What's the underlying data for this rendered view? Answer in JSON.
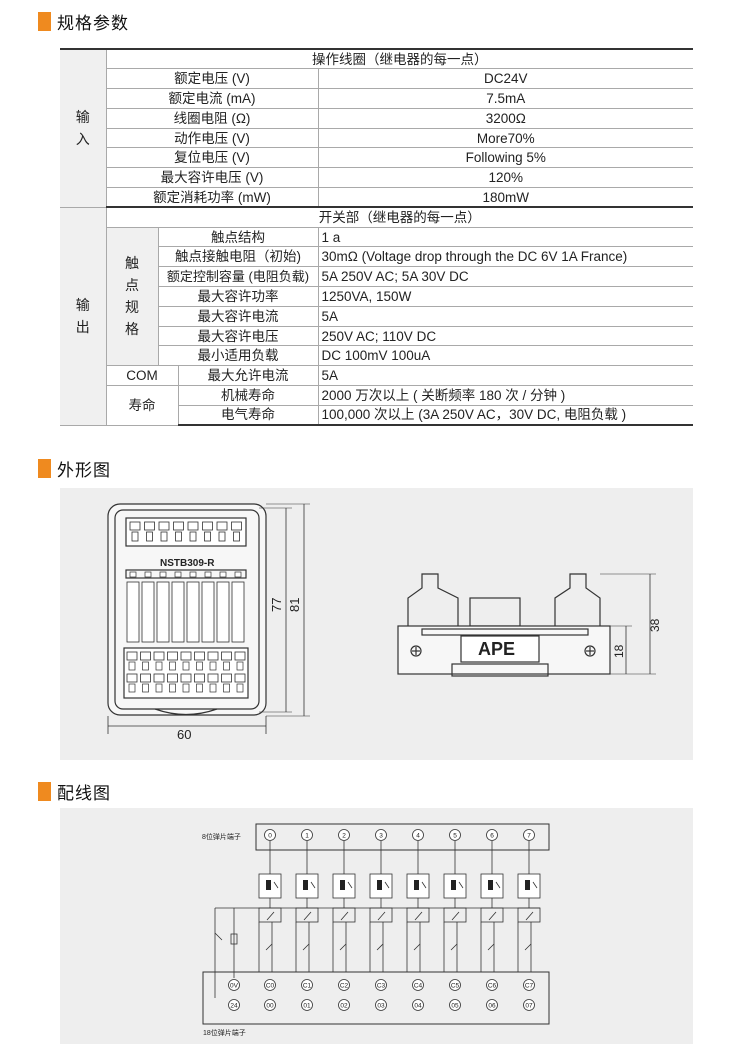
{
  "sections": {
    "spec": "规格参数",
    "dimension": "外形图",
    "wiring": "配线图"
  },
  "input": {
    "group_label_1": "输",
    "group_label_2": "入",
    "header": "操作线圈（继电器的每一点）",
    "rows": [
      {
        "label": "额定电压 (V)",
        "value": "DC24V"
      },
      {
        "label": "额定电流 (mA)",
        "value": "7.5mA"
      },
      {
        "label": "线圈电阻 (Ω)",
        "value": "3200Ω"
      },
      {
        "label": "动作电压 (V)",
        "value": "More70%"
      },
      {
        "label": "复位电压 (V)",
        "value": "Following 5%"
      },
      {
        "label": "最大容许电压 (V)",
        "value": "120%"
      },
      {
        "label": "额定消耗功率 (mW)",
        "value": "180mW"
      }
    ]
  },
  "output": {
    "group_label_1": "输",
    "group_label_2": "出",
    "header": "开关部（继电器的每一点）",
    "contact_group": [
      "触",
      "点",
      "规",
      "格"
    ],
    "contact_rows": [
      {
        "label": "触点结构",
        "value": "1 a"
      },
      {
        "label": "触点接触电阻（初始)",
        "value": "30mΩ (Voltage drop through the DC 6V 1A France)"
      },
      {
        "label": "额定控制容量 (电阻负载)",
        "value": "5A 250V AC; 5A 30V DC"
      },
      {
        "label": "最大容许功率",
        "value": "1250VA, 150W"
      },
      {
        "label": "最大容许电流",
        "value": "5A"
      },
      {
        "label": "最大容许电压",
        "value": "250V AC; 110V DC"
      },
      {
        "label": "最小适用负载",
        "value": "DC 100mV 100uA"
      }
    ],
    "com": {
      "group": "COM",
      "label": "最大允许电流",
      "value": "5A"
    },
    "life": {
      "group": "寿命",
      "rows": [
        {
          "label": "机械寿命",
          "value": "2000 万次以上 ( 关断频率 180 次 / 分钟 )"
        },
        {
          "label": "电气寿命",
          "value": "100,000 次以上 (3A 250V AC，30V DC, 电阻负载 )"
        }
      ]
    }
  },
  "dimension_drawing": {
    "model": "NSTB309-R",
    "brand": "APE",
    "dims": {
      "width": "60",
      "height_inner": "77",
      "height_outer": "81",
      "side_height": "38",
      "rail_height": "18"
    }
  },
  "wiring_diagram": {
    "top_terminal_label": "8位弹片端子",
    "bottom_terminal_label": "18位弹片端子",
    "top_terminals": [
      "0",
      "1",
      "2",
      "3",
      "4",
      "5",
      "6",
      "7"
    ],
    "bottom_row1": [
      "0V",
      "C0",
      "C1",
      "C2",
      "C3",
      "C4",
      "C5",
      "C6",
      "C7"
    ],
    "bottom_row2": [
      "24",
      "00",
      "01",
      "02",
      "03",
      "04",
      "05",
      "06",
      "07"
    ]
  },
  "colors": {
    "accent": "#ef8a1f",
    "panel_bg": "#eeeeee",
    "header_bg": "#f0f0f0"
  }
}
